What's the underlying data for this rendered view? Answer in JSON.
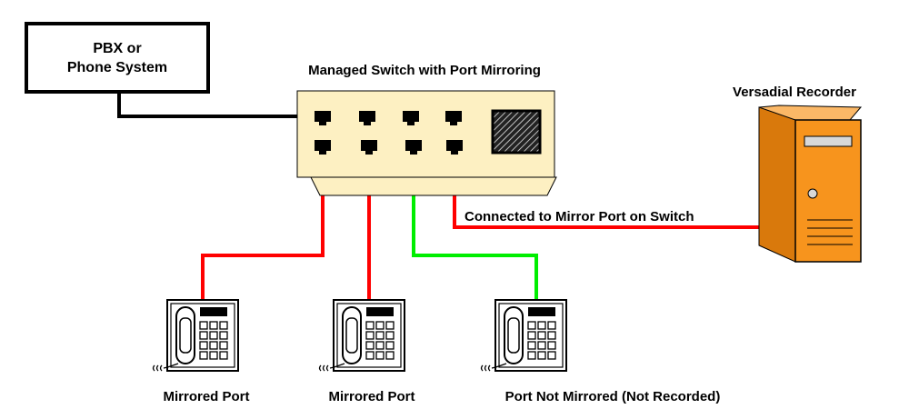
{
  "pbx": {
    "line1": "PBX or",
    "line2": "Phone System"
  },
  "switch": {
    "title": "Managed Switch with Port Mirroring"
  },
  "recorder": {
    "title": "Versadial Recorder"
  },
  "mirror_link": {
    "label": "Connected to Mirror Port on Switch"
  },
  "phones": [
    {
      "label": "Mirrored Port",
      "status": "mirrored"
    },
    {
      "label": "Mirrored Port",
      "status": "mirrored"
    },
    {
      "label": "Port Not Mirrored (Not Recorded)",
      "status": "not-mirrored"
    }
  ],
  "colors": {
    "mirrored_cable": "#ff0000",
    "unmirrored_cable": "#00ee00",
    "pbx_cable": "#000000",
    "switch_body": "#fdf0c2",
    "recorder_body": "#f7941d"
  }
}
